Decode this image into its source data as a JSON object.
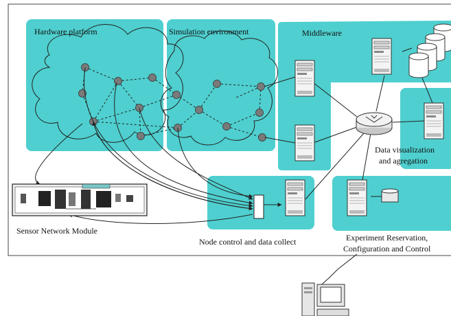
{
  "labels": {
    "hardware_platform": "Hardware platform",
    "simulation_environment": "Simulation environment",
    "middleware": "Middleware",
    "data_visualization_line1": "Data visualization",
    "data_visualization_line2": "and agregation",
    "sensor_network_module": "Sensor Network Module",
    "node_control": "Node control and data collect",
    "experiment_line1": "Experiment Reservation,",
    "experiment_line2": "Configuration and Control"
  },
  "colors": {
    "panel_fill": "#4fcfcf",
    "panel_fill_light": "#63d6d6",
    "node_fill": "#7a7a7a",
    "line": "#222222"
  }
}
